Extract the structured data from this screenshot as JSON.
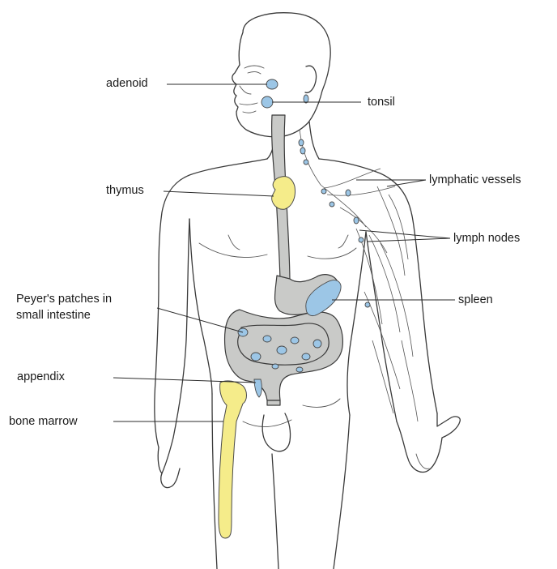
{
  "labels": {
    "adenoid": "adenoid",
    "tonsil": "tonsil",
    "thymus": "thymus",
    "lymphatic_vessels": "lymphatic vessels",
    "lymph_nodes": "lymph nodes",
    "peyers_line1": "Peyer's patches in",
    "peyers_line2": "small intestine",
    "spleen": "spleen",
    "appendix": "appendix",
    "bone_marrow": "bone marrow"
  },
  "colors": {
    "lymphoid_tissue": "#9cc6e6",
    "thymus_and_marrow": "#f5ec8a",
    "digestive_tract": "#c9cac8",
    "outline": "#3a3a3a"
  }
}
